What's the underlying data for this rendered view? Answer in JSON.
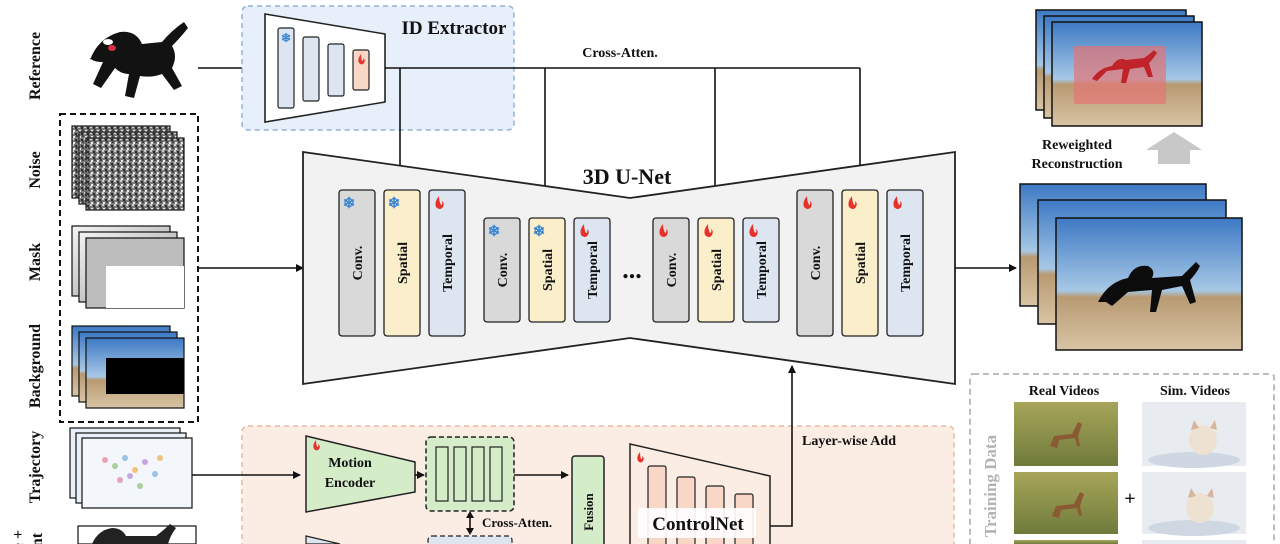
{
  "side_labels": {
    "reference": "Reference",
    "noise": "Noise",
    "mask": "Mask",
    "background": "Background",
    "trajectory": "Trajectory",
    "bottom_cut": "e +",
    "bottom_cut2": "nt"
  },
  "id_extractor": {
    "title": "ID Extractor"
  },
  "cross_atten_top": "Cross-Atten.",
  "unet": {
    "title": "3D U-Net",
    "ellipsis": "...",
    "blocks": [
      {
        "label": "Conv.",
        "kind": "conv",
        "icon": "snowflake"
      },
      {
        "label": "Spatial",
        "kind": "spatial",
        "icon": "snowflake"
      },
      {
        "label": "Temporal",
        "kind": "temporal",
        "icon": "flame"
      },
      {
        "label": "Conv.",
        "kind": "conv",
        "icon": "snowflake"
      },
      {
        "label": "Spatial",
        "kind": "spatial",
        "icon": "snowflake"
      },
      {
        "label": "Temporal",
        "kind": "temporal",
        "icon": "flame"
      },
      {
        "label": "Conv.",
        "kind": "conv",
        "icon": "flame"
      },
      {
        "label": "Spatial",
        "kind": "spatial",
        "icon": "flame"
      },
      {
        "label": "Temporal",
        "kind": "temporal",
        "icon": "flame"
      },
      {
        "label": "Conv.",
        "kind": "conv",
        "icon": "flame"
      },
      {
        "label": "Spatial",
        "kind": "spatial",
        "icon": "flame"
      },
      {
        "label": "Temporal",
        "kind": "temporal",
        "icon": "flame"
      }
    ]
  },
  "reweighted": {
    "line1": "Reweighted",
    "line2": "Reconstruction"
  },
  "motion_encoder": {
    "line1": "Motion",
    "line2": "Encoder"
  },
  "cross_atten_bottom": "Cross-Atten.",
  "fusion": "Fusion",
  "controlnet": "ControlNet",
  "layer_wise_add": "Layer-wise Add",
  "training": {
    "title": "Training Data",
    "real": "Real Videos",
    "sim": "Sim. Videos",
    "plus": "+"
  },
  "colors": {
    "id_bg": "#e6effa",
    "id_border": "#8fb0d8",
    "bottom_bg": "#fbece4",
    "bottom_border": "#e4b8a3",
    "conv": "#d9d9d9",
    "spatial": "#fbefcb",
    "temporal": "#dde5f1",
    "motion": "#d5ecc9",
    "flame": "#e8312a",
    "snow": "#3b86d1",
    "train_border": "#bcbcbc"
  }
}
